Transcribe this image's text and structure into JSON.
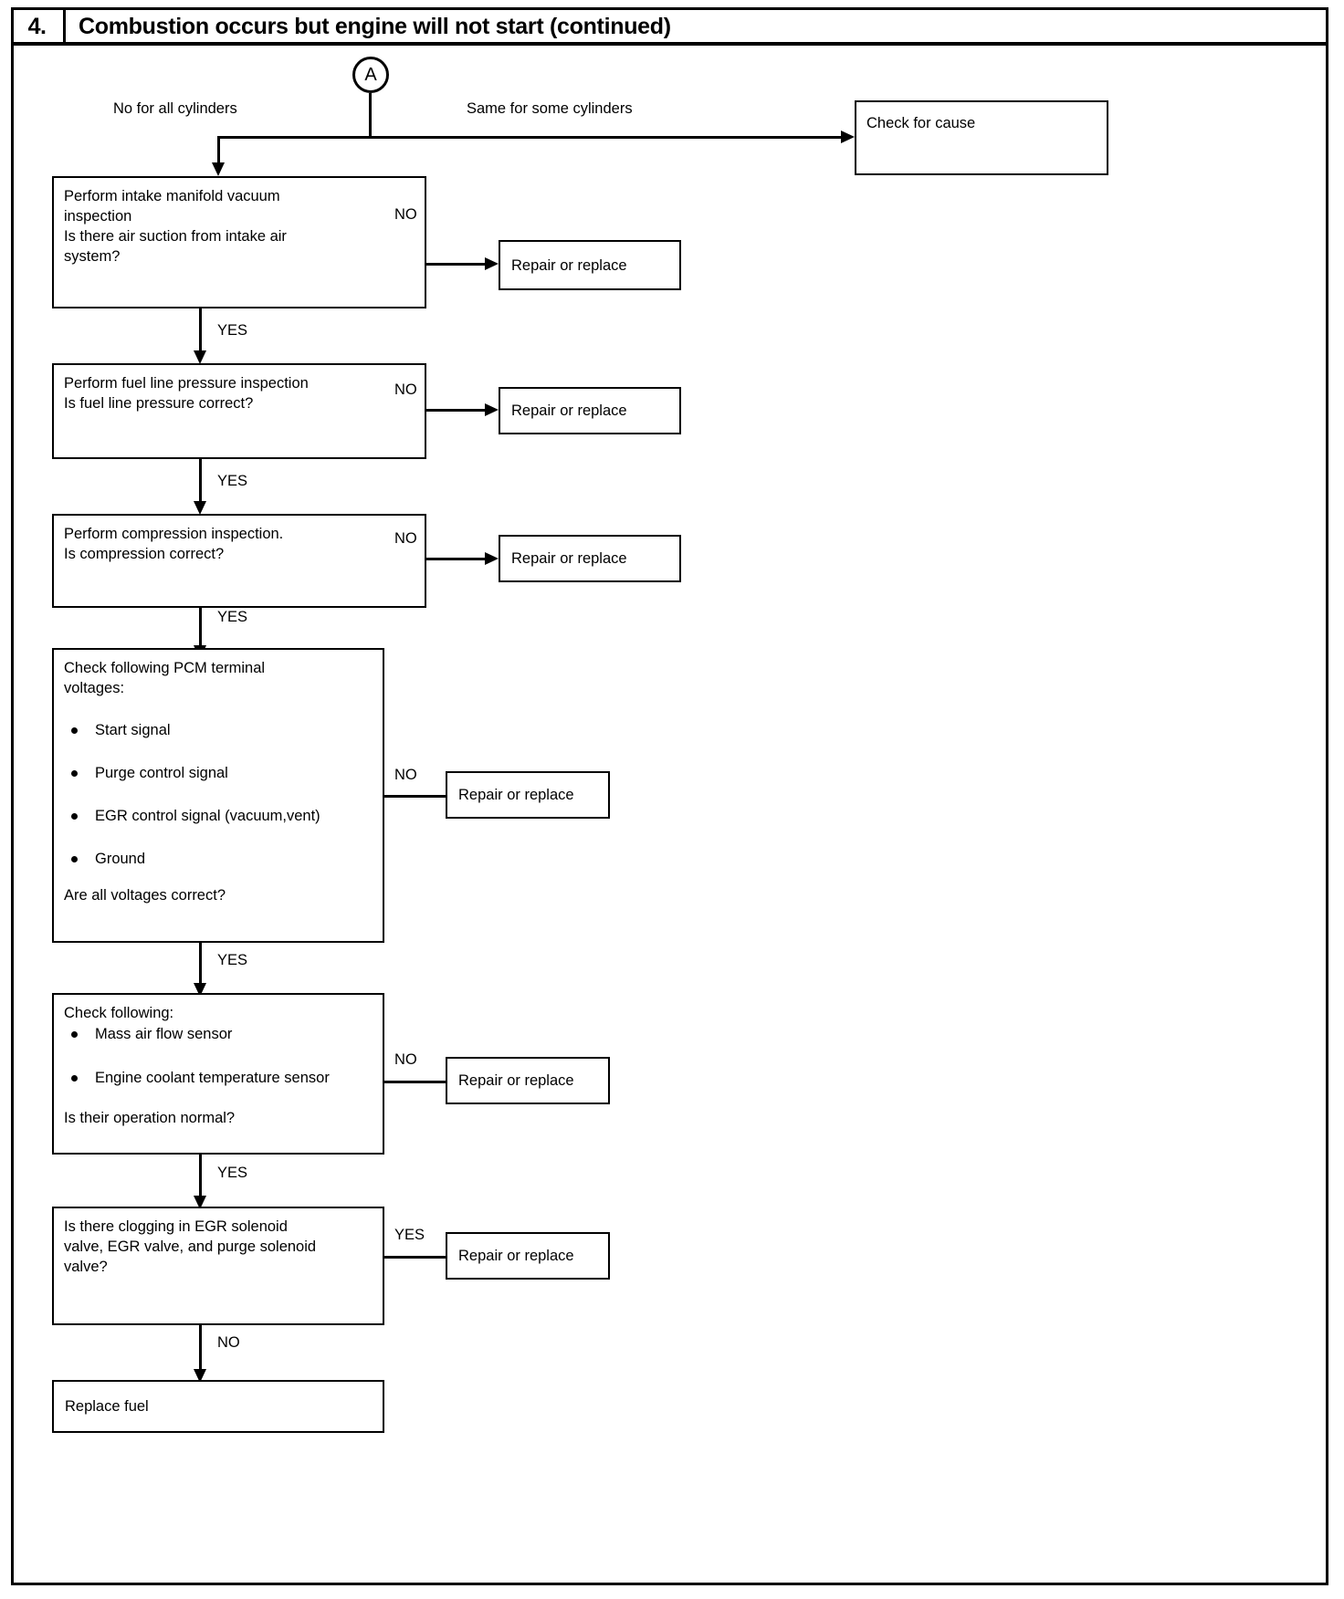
{
  "header": {
    "number": "4.",
    "title": "Combustion occurs but engine will not start (continued)"
  },
  "connector": {
    "label": "A"
  },
  "branch_labels": {
    "left": "No for all cylinders",
    "right": "Same for some cylinders"
  },
  "boxes": {
    "check_for_cause": "Check for cause",
    "intake_manifold": "Perform intake manifold vacuum\ninspection\nIs there air suction from intake air\nsystem?",
    "fuel_line": "Perform fuel line pressure inspection\nIs fuel line pressure correct?",
    "compression": "Perform compression inspection.\nIs compression correct?",
    "pcm_heading": "Check following PCM terminal\nvoltages:",
    "pcm_bullets": [
      "Start signal",
      "Purge control signal",
      "EGR control signal (vacuum,vent)",
      "Ground"
    ],
    "pcm_question": "Are all voltages correct?",
    "sensors_heading": "Check following:",
    "sensors_bullets": [
      "Mass air flow sensor",
      "Engine coolant temperature sensor"
    ],
    "sensors_question": "Is their operation normal?",
    "egr_clogging": "Is there clogging in EGR solenoid\nvalve, EGR valve, and purge solenoid\nvalve?",
    "replace_fuel": "Replace fuel",
    "repair_or_replace_1": "Repair or replace",
    "repair_or_replace_2": "Repair or replace",
    "repair_or_replace_3": "Repair or replace",
    "repair_or_replace_4": "Repair or replace",
    "repair_or_replace_5": "Repair or replace",
    "repair_or_replace_6": "Repair or replace"
  },
  "edges": {
    "no_1": "NO",
    "yes_1": "YES",
    "no_2": "NO",
    "yes_2": "YES",
    "no_3": "NO",
    "yes_3": "YES",
    "no_4": "NO",
    "yes_4": "YES",
    "no_5": "NO",
    "yes_5": "YES",
    "yes_6": "YES",
    "no_6": "NO"
  },
  "colors": {
    "ink": "#000000",
    "paper": "#ffffff"
  }
}
